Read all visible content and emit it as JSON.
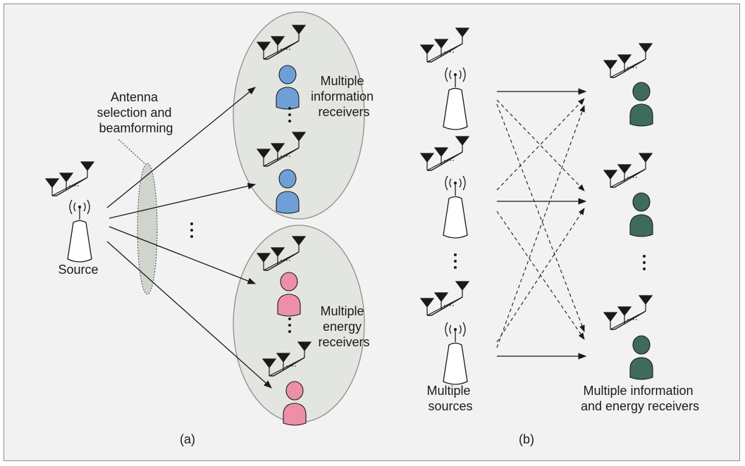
{
  "panel_a": {
    "source_label": "Source",
    "beamforming_label_lines": [
      "Antenna",
      "selection and",
      "beamforming"
    ],
    "info_group_label_lines": [
      "Multiple",
      "information",
      "receivers"
    ],
    "energy_group_label_lines": [
      "Multiple",
      "energy",
      "receivers"
    ],
    "caption": "(a)"
  },
  "panel_b": {
    "sources_label_lines": [
      "Multiple",
      "sources"
    ],
    "receivers_label_lines": [
      "Multiple information",
      "and energy receivers"
    ],
    "caption": "(b)"
  },
  "colors": {
    "frame_bg": "#f2f2f2",
    "ellipse_fill": "#e3e6e0",
    "info_receiver": "#6f9fd6",
    "energy_receiver": "#ee8fa8",
    "mixed_receiver": "#3f6b5c",
    "line": "#1a1a1a"
  }
}
